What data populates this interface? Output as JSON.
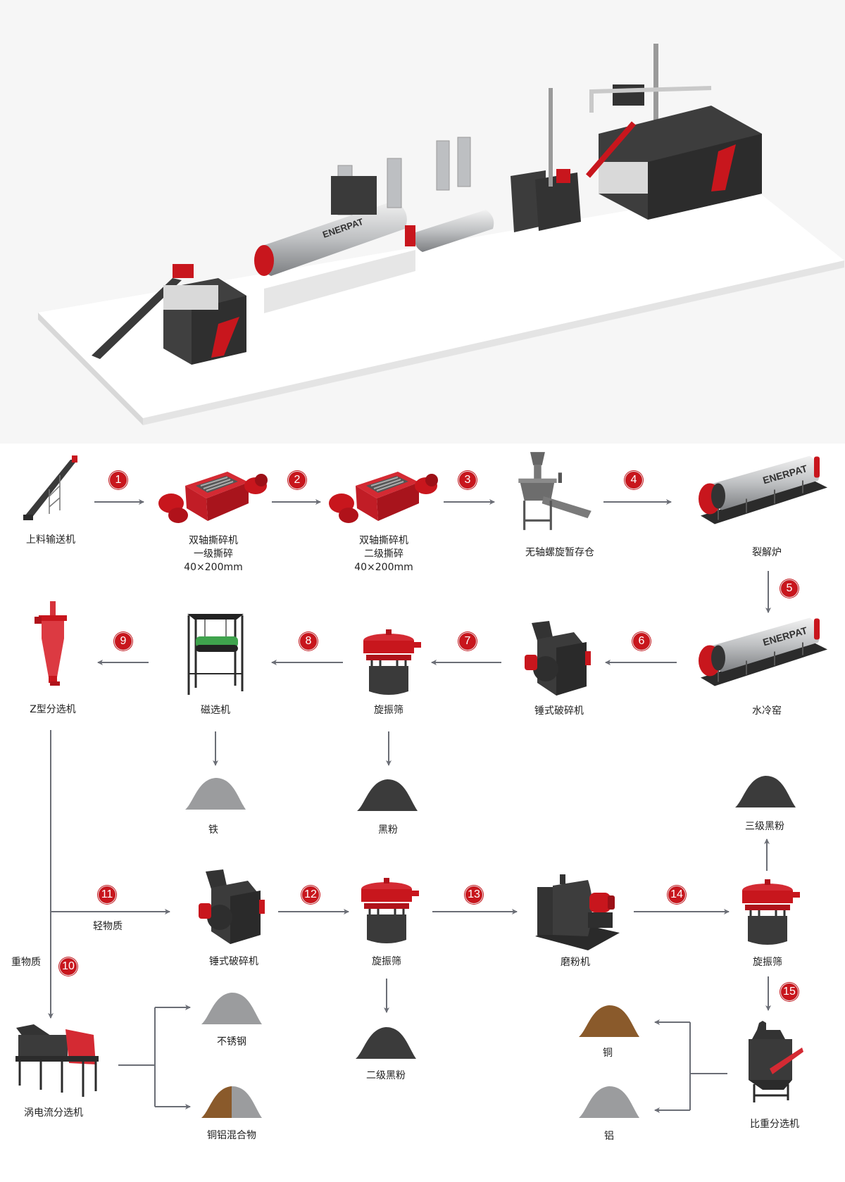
{
  "colors": {
    "accent": "#c8161d",
    "arrow": "#6b6e76",
    "dark": "#3b3b3b",
    "iron": "#9b9c9e",
    "copper": "#8a5a2b"
  },
  "overview": {
    "brand_text": "ENERPAT"
  },
  "steps": [
    "1",
    "2",
    "3",
    "4",
    "5",
    "6",
    "7",
    "8",
    "9",
    "10",
    "11",
    "12",
    "13",
    "14",
    "15"
  ],
  "row1": {
    "conveyor": "上料输送机",
    "shredder1": {
      "l1": "双轴撕碎机",
      "l2": "一级撕碎",
      "l3": "40×200mm"
    },
    "shredder2": {
      "l1": "双轴撕碎机",
      "l2": "二级撕碎",
      "l3": "40×200mm"
    },
    "silo": "无轴螺旋暂存仓",
    "furnace": "裂解炉"
  },
  "row2": {
    "cooler": "水冷窑",
    "hammer": "锤式破碎机",
    "sieve": "旋振筛",
    "magnet": "磁选机",
    "zsep": "Z型分选机",
    "iron": "铁",
    "black": "黑粉",
    "black3": "三级黑粉"
  },
  "row3": {
    "light": "轻物质",
    "heavy": "重物质",
    "hammer": "锤式破碎机",
    "sieve": "旋振筛",
    "mill": "磨粉机",
    "sieve2": "旋振筛",
    "black2": "二级黑粉",
    "eddy": "涡电流分选机",
    "stainless": "不锈钢",
    "cual": "铜铝混合物",
    "gravity": "比重分选机",
    "copper": "铜",
    "aluminum": "铝"
  }
}
